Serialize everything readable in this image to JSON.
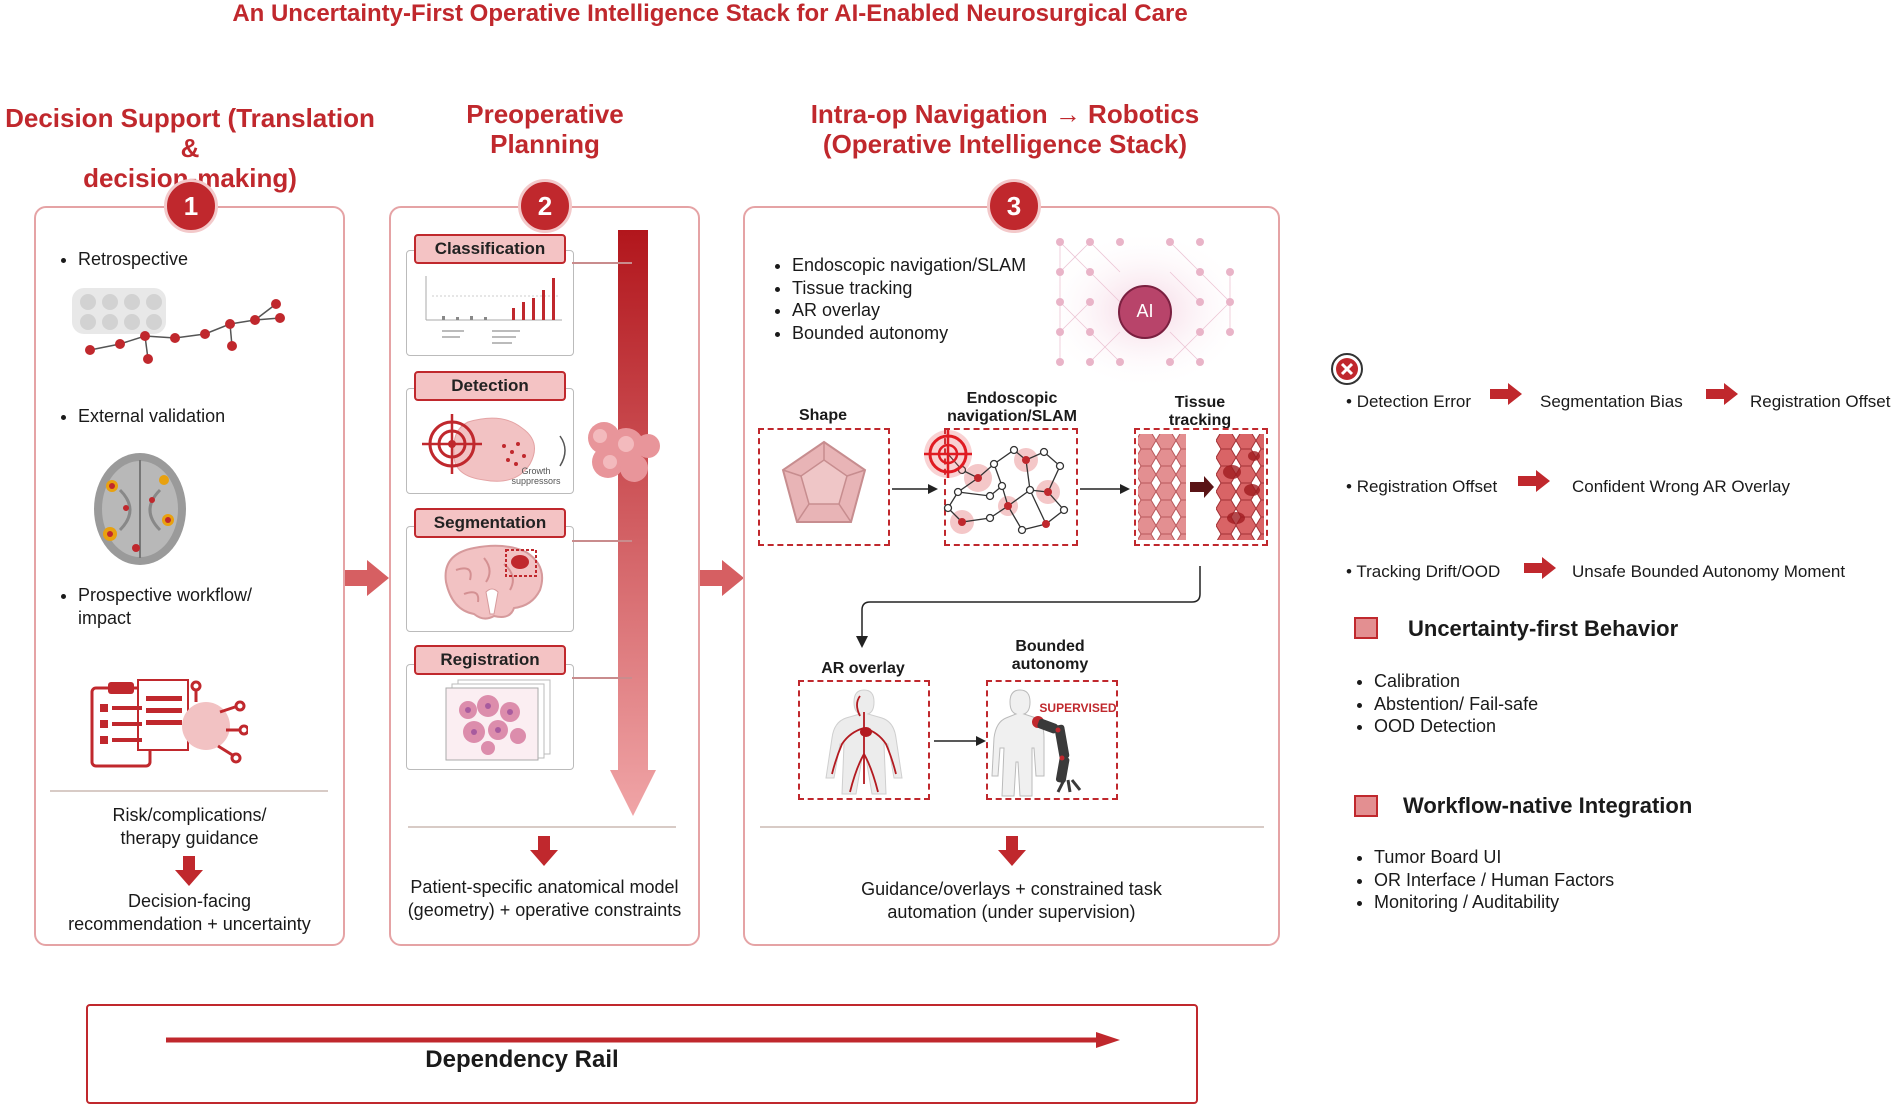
{
  "title": "An Uncertainty-First Operative Intelligence Stack for AI-Enabled Neurosurgical Care",
  "columns": [
    {
      "number": "1",
      "heading_line1": "Decision Support (Translation &",
      "heading_line2": "decision-making)",
      "bullets": [
        "Retrospective",
        "External validation",
        "Prospective workflow/",
        "impact"
      ],
      "output_line1": "Risk/complications/",
      "output_line2": "therapy guidance",
      "result_line1": "Decision-facing",
      "result_line2": "recommendation + uncertainty"
    },
    {
      "number": "2",
      "heading_line1": "Preoperative",
      "heading_line2": "Planning",
      "tabs": [
        "Classification",
        "Detection",
        "Segmentation",
        "Registration"
      ],
      "detection_caption1": "Growth",
      "detection_caption2": "suppressors",
      "result_line1": "Patient-specific anatomical model",
      "result_line2": "(geometry) + operative constraints"
    },
    {
      "number": "3",
      "heading_line1": "Intra-op Navigation → Robotics",
      "heading_line2": "(Operative Intelligence Stack)",
      "bullets": [
        "Endoscopic navigation/SLAM",
        "Tissue tracking",
        "AR overlay",
        "Bounded autonomy"
      ],
      "ai_label": "AI",
      "stage_shape": "Shape",
      "stage_slam_line1": "Endoscopic",
      "stage_slam_line2": "navigation/SLAM",
      "stage_tissue_line1": "Tissue",
      "stage_tissue_line2": "tracking",
      "stage_ar": "AR overlay",
      "stage_auto_line1": "Bounded",
      "stage_auto_line2": "autonomy",
      "supervised": "SUPERVISED",
      "result_line1": "Guidance/overlays + constrained task",
      "result_line2": "automation (under supervision)"
    }
  ],
  "failure_chains": [
    [
      "Detection Error",
      "Segmentation Bias",
      "Registration Offset"
    ],
    [
      "Registration Offset",
      "Confident Wrong AR Overlay"
    ],
    [
      "Tracking Drift/OOD",
      "Unsafe Bounded Autonomy Moment"
    ]
  ],
  "legend": [
    {
      "title": "Uncertainty-first Behavior",
      "items": [
        "Calibration",
        "Abstention/ Fail-safe",
        "OOD Detection"
      ]
    },
    {
      "title": "Workflow-native Integration",
      "items": [
        "Tumor Board UI",
        "OR Interface / Human Factors",
        "Monitoring / Auditability"
      ]
    }
  ],
  "rail_label": "Dependency Rail",
  "colors": {
    "accent": "#c0282d",
    "panel_border": "#e5a3a5",
    "swatch": "#e38f91"
  }
}
